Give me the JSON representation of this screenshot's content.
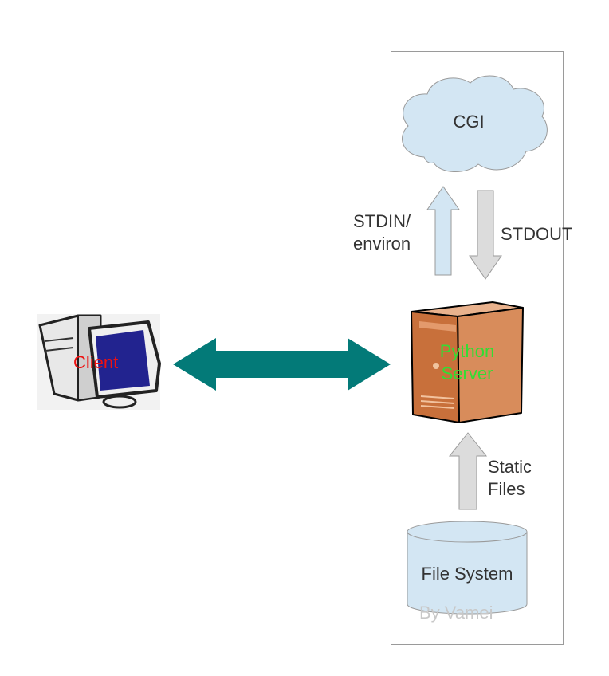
{
  "cgi": {
    "label": "CGI"
  },
  "stdin_arrow": {
    "line1": "STDIN/",
    "line2": "environ"
  },
  "stdout_arrow": {
    "label": "STDOUT"
  },
  "server": {
    "line1": "Python",
    "line2": "Server"
  },
  "static_arrow": {
    "line1": "Static",
    "line2": "Files"
  },
  "filesystem": {
    "label": "File System"
  },
  "client": {
    "label": "Client"
  },
  "credit": {
    "label": "By Vamei"
  },
  "colors": {
    "cloud_fill": "#d3e6f3",
    "cylinder_fill": "#d3e6f3",
    "stdin_arrow": "#d3e6f3",
    "gray_arrow": "#dcdcdc",
    "teal_arrow": "#037a78",
    "server_front": "#c8703b",
    "server_side": "#d88c5b",
    "server_top": "#e9b28d",
    "server_text": "#33dd33",
    "client_text": "#ee1111",
    "client_screen": "#22238f",
    "credit_text": "#c8c8c8"
  }
}
